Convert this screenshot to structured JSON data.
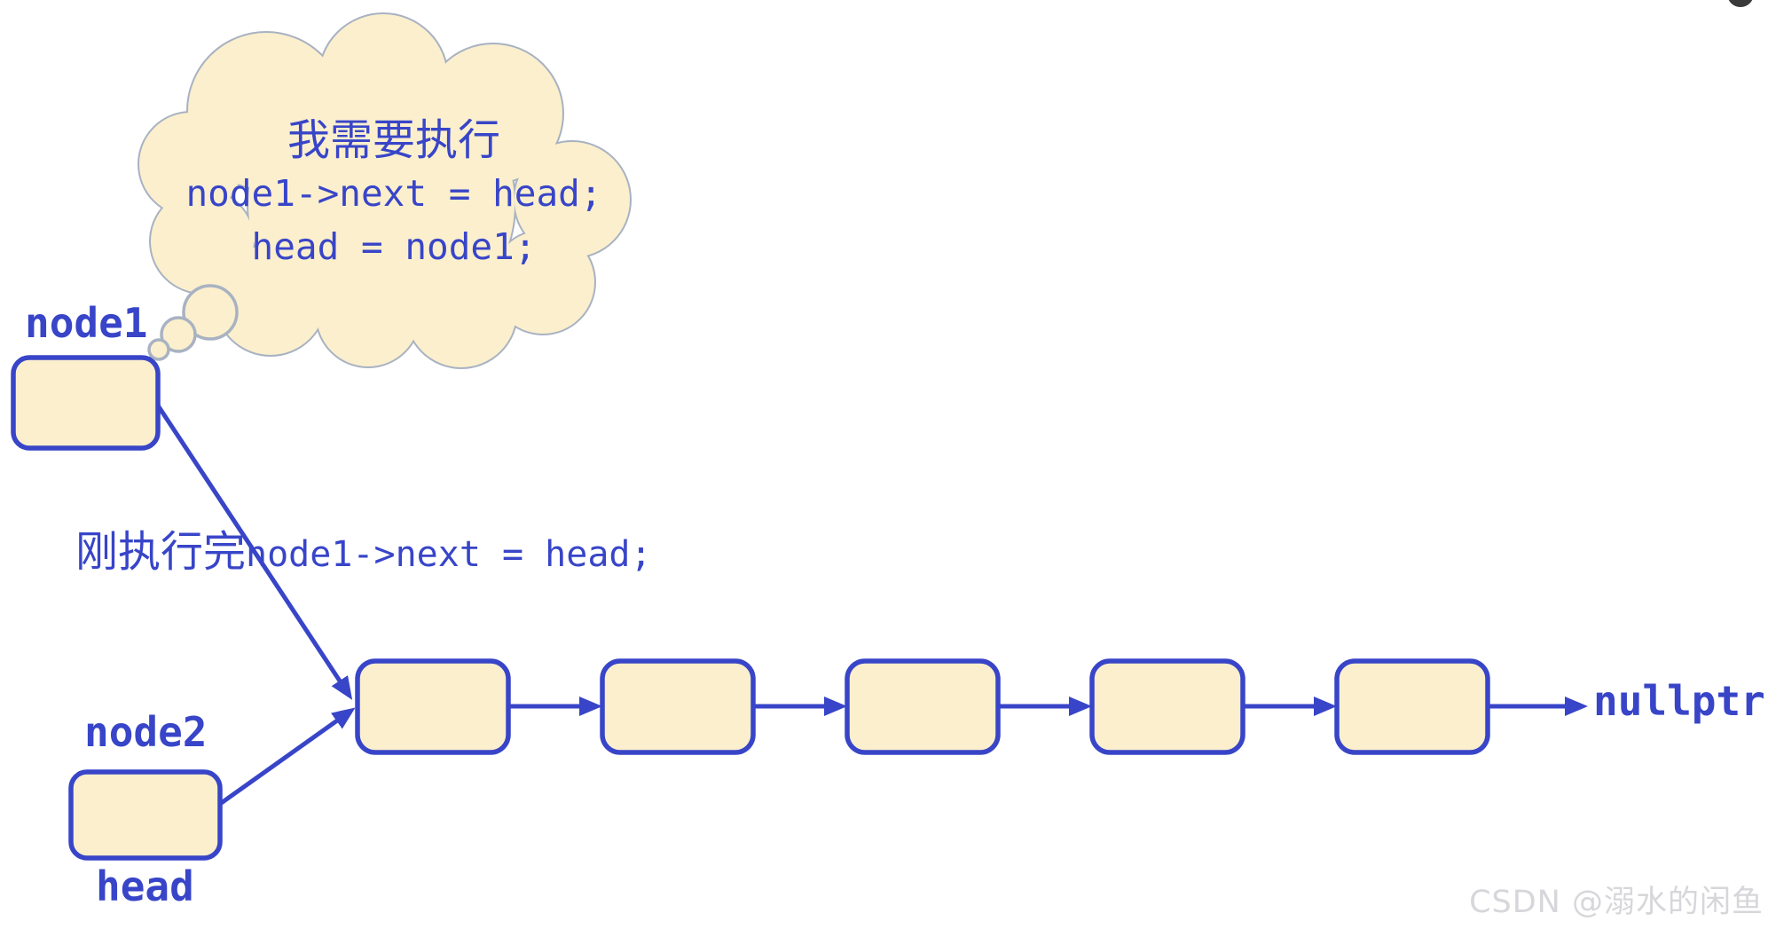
{
  "colors": {
    "accent_blue": "#3845c8",
    "node_fill": "#fbefcd",
    "cloud_stroke": "#a8b2c2",
    "watermark_gray": "#d7d7db",
    "corner_dot": "#3a3a3a"
  },
  "bubble": {
    "line1": "我需要执行",
    "line2": "node1->next = head;",
    "line3": "head = node1;"
  },
  "labels": {
    "node1": "node1",
    "node2": "node2",
    "head": "head",
    "nullptr": "nullptr"
  },
  "annotation": {
    "cn": "刚执行完",
    "code": "node1->next = head;"
  },
  "list": {
    "node_count": 5
  },
  "watermark": "CSDN @溺水的闲鱼"
}
